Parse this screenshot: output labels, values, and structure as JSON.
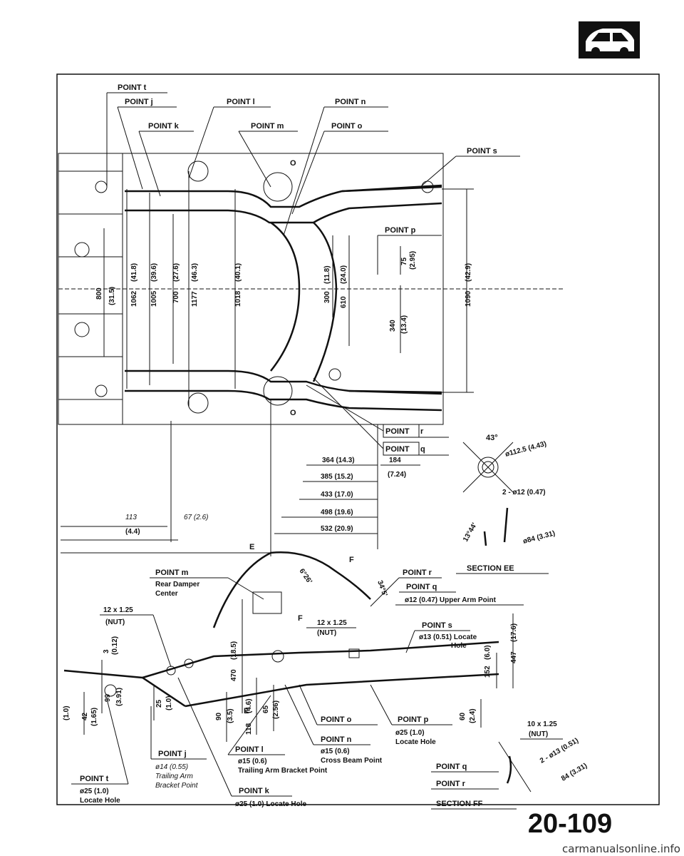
{
  "page_number": "20-109",
  "watermark": "carmanualsonline.info",
  "points": {
    "t": "POINT t",
    "j": "POINT j",
    "l": "POINT l",
    "n": "POINT n",
    "k": "POINT k",
    "m": "POINT m",
    "o": "POINT o",
    "s": "POINT s",
    "p": "POINT p",
    "r": "POINT r",
    "q": "POINT q"
  },
  "marks": {
    "o_letter": "O",
    "e_letter": "E",
    "f_letter": "F",
    "point_word": "POINT",
    "r_letter": "r",
    "q_letter": "q"
  },
  "vertical_dims": [
    {
      "main": "800",
      "sub": "(31.5)"
    },
    {
      "main": "1062",
      "sub": "(41.8)"
    },
    {
      "main": "1005",
      "sub": "(39.6)"
    },
    {
      "main": "700",
      "sub": "(27.6)"
    },
    {
      "main": "1177",
      "sub": "(46.3)"
    },
    {
      "main": "1018",
      "sub": "(40.1)"
    },
    {
      "main": "300",
      "sub": "(11.8)"
    },
    {
      "main": "610",
      "sub": "(24.0)"
    },
    {
      "main": "75",
      "sub": "(2.95)"
    },
    {
      "main": "340",
      "sub": "(13.4)"
    },
    {
      "main": "1090",
      "sub": "(42.9)"
    }
  ],
  "horizontal_dims": [
    "364 (14.3)",
    "385 (15.2)",
    "433 (17.0)",
    "498 (19.6)",
    "532 (20.9)"
  ],
  "dim_184": "184",
  "dim_184_sub": "(7.24)",
  "dim_113": "113",
  "dim_113_sub": "(4.4)",
  "dim_67": "67 (2.6)",
  "section_ee": {
    "title": "SECTION EE",
    "angle": "43°",
    "dia_112": "ø112.5 (4.43)",
    "holes": "2 - ø12 (0.47)",
    "angle2": "13°44'",
    "dia_84": "ø84 (3.31)"
  },
  "side_view": {
    "pm_label": "POINT m",
    "pm_desc1": "Rear Damper",
    "pm_desc2": "Center",
    "angle_626": "6°26'",
    "angle_345": "34°5'",
    "nut_left": "12 x 1.25",
    "nut_left2": "(NUT)",
    "nut_mid": "12 x 1.25",
    "nut_mid2": "(NUT)",
    "upper_arm": "ø12 (0.47) Upper Arm Point",
    "locate_s1": "ø13 (0.51) Locate",
    "locate_s2": "Hole",
    "p_desc1": "ø25 (1.0)",
    "p_desc2": "Locate Hole",
    "n_desc1": "ø15 (0.6)",
    "n_desc2": "Cross Beam Point",
    "l_desc1": "ø15 (0.6)",
    "l_desc2": "Trailing Arm Bracket Point",
    "j_desc1": "ø14 (0.55)",
    "j_desc2": "Trailing Arm",
    "j_desc3": "Bracket Point",
    "t_desc1": "ø25 (1.0)",
    "t_desc2": "Locate Hole",
    "k_desc": "ø25 (1.0) Locate Hole",
    "dims_v": [
      {
        "main": "3",
        "sub": "(0.12)"
      },
      {
        "main": "99",
        "sub": "(3.91)"
      },
      {
        "main": "42",
        "sub": "(1.65)"
      },
      {
        "main": "25",
        "sub": "(1.0)"
      },
      {
        "main": "90",
        "sub": "(3.5)"
      },
      {
        "main": "470",
        "sub": "(18.5)"
      },
      {
        "main": "118",
        "sub": "(4.6)"
      },
      {
        "main": "65",
        "sub": "(2.56)"
      },
      {
        "main": "152",
        "sub": "(6.0)"
      },
      {
        "main": "447",
        "sub": "(17.6)"
      },
      {
        "main": "60",
        "sub": "(2.4)"
      }
    ],
    "dim_1_0": "(1.0)"
  },
  "section_ff": {
    "title": "SECTION FF",
    "nut": "10 x 1.25",
    "nut2": "(NUT)",
    "holes": "2 - ø13 (0.51)",
    "dia": "84 (3.31)"
  }
}
